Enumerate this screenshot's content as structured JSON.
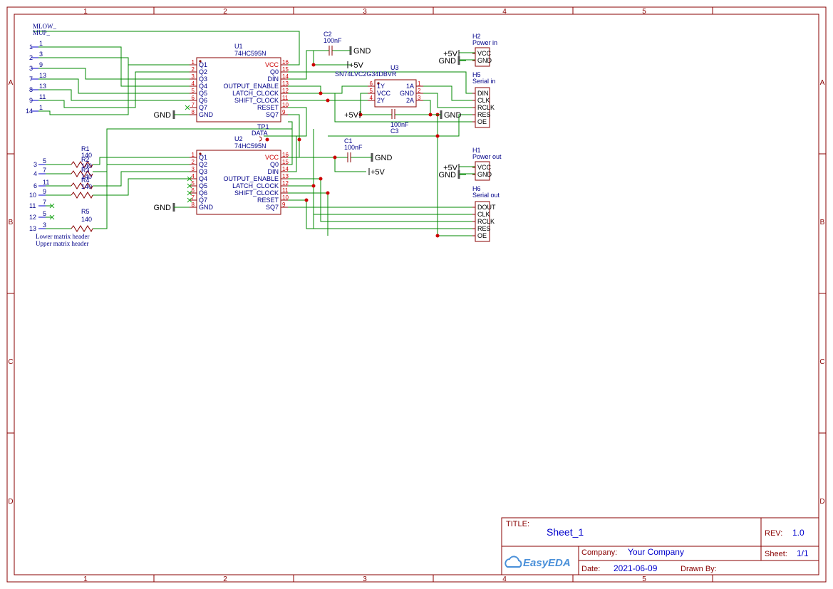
{
  "frame": {
    "cols": [
      "1",
      "2",
      "3",
      "4",
      "5"
    ],
    "rows": [
      "A",
      "B",
      "C",
      "D"
    ]
  },
  "title_block": {
    "title_label": "TITLE:",
    "title": "Sheet_1",
    "rev_label": "REV:",
    "rev": "1.0",
    "company_label": "Company:",
    "company": "Your Company",
    "sheet_label": "Sheet:",
    "sheet": "1/1",
    "date_label": "Date:",
    "date": "2021-06-09",
    "drawn_label": "Drawn By:",
    "logo": "EasyEDA"
  },
  "header_labels": {
    "top": [
      "MLOW_",
      "MUP_"
    ],
    "bottom": [
      "Lower matrix header",
      "Upper matrix header"
    ]
  },
  "upper_header_pins": [
    {
      "outer": "1",
      "inner": "1"
    },
    {
      "outer": "2",
      "inner": "3"
    },
    {
      "outer": "3",
      "inner": "9"
    },
    {
      "outer": "7",
      "inner": "13"
    },
    {
      "outer": "8",
      "inner": "13"
    },
    {
      "outer": "9",
      "inner": "11"
    },
    {
      "outer": "14",
      "inner": "1"
    }
  ],
  "lower_header_pins": [
    {
      "outer": "3",
      "inner": "5"
    },
    {
      "outer": "4",
      "inner": "7"
    },
    {
      "outer": "6",
      "inner": "11"
    },
    {
      "outer": "10",
      "inner": "9"
    },
    {
      "outer": "11",
      "inner": "7"
    },
    {
      "outer": "12",
      "inner": "5"
    },
    {
      "outer": "13",
      "inner": "3"
    }
  ],
  "resistors": [
    {
      "ref": "R1",
      "value": "140"
    },
    {
      "ref": "R2",
      "value": "140"
    },
    {
      "ref": "R3",
      "value": "140"
    },
    {
      "ref": "R4",
      "value": "140"
    },
    {
      "ref": "R5",
      "value": "140"
    }
  ],
  "u1": {
    "ref": "U1",
    "part": "74HC595N",
    "left": [
      {
        "n": "1",
        "l": "Q1"
      },
      {
        "n": "2",
        "l": "Q2"
      },
      {
        "n": "3",
        "l": "Q3"
      },
      {
        "n": "4",
        "l": "Q4"
      },
      {
        "n": "5",
        "l": "Q5"
      },
      {
        "n": "6",
        "l": "Q6"
      },
      {
        "n": "7",
        "l": "Q7"
      },
      {
        "n": "8",
        "l": "GND"
      }
    ],
    "right": [
      {
        "n": "16",
        "l": "VCC"
      },
      {
        "n": "15",
        "l": "Q0"
      },
      {
        "n": "14",
        "l": "DIN"
      },
      {
        "n": "13",
        "l": "OUTPUT_ENABLE"
      },
      {
        "n": "12",
        "l": "LATCH_CLOCK"
      },
      {
        "n": "11",
        "l": "SHIFT_CLOCK"
      },
      {
        "n": "10",
        "l": "RESET"
      },
      {
        "n": "9",
        "l": "SQ7"
      }
    ]
  },
  "u2": {
    "ref": "U2",
    "part": "74HC595N",
    "left": [
      {
        "n": "1",
        "l": "Q1"
      },
      {
        "n": "2",
        "l": "Q2"
      },
      {
        "n": "3",
        "l": "Q3"
      },
      {
        "n": "4",
        "l": "Q4"
      },
      {
        "n": "5",
        "l": "Q5"
      },
      {
        "n": "6",
        "l": "Q6"
      },
      {
        "n": "7",
        "l": "Q7"
      },
      {
        "n": "8",
        "l": "GND"
      }
    ],
    "right": [
      {
        "n": "16",
        "l": "VCC"
      },
      {
        "n": "15",
        "l": "Q0"
      },
      {
        "n": "14",
        "l": "DIN"
      },
      {
        "n": "13",
        "l": "OUTPUT_ENABLE"
      },
      {
        "n": "12",
        "l": "LATCH_CLOCK"
      },
      {
        "n": "11",
        "l": "SHIFT_CLOCK"
      },
      {
        "n": "10",
        "l": "RESET"
      },
      {
        "n": "9",
        "l": "SQ7"
      }
    ]
  },
  "u3": {
    "ref": "U3",
    "part": "SN74LVC2G34DBVR",
    "left": [
      {
        "n": "6",
        "l": "1Y"
      },
      {
        "n": "5",
        "l": "VCC"
      },
      {
        "n": "4",
        "l": "2Y"
      }
    ],
    "right": [
      {
        "n": "1",
        "l": "1A"
      },
      {
        "n": "2",
        "l": "GND"
      },
      {
        "n": "3",
        "l": "2A"
      }
    ]
  },
  "caps": {
    "c1": {
      "ref": "C1",
      "value": "100nF"
    },
    "c2": {
      "ref": "C2",
      "value": "100nF"
    },
    "c3": {
      "ref": "C3",
      "value": "100nF"
    }
  },
  "tp1": {
    "ref": "TP1",
    "net": "DATA"
  },
  "h2": {
    "ref": "H2",
    "title": "Power in",
    "pins": [
      "VCC",
      "GND"
    ]
  },
  "h5": {
    "ref": "H5",
    "title": "Serial in",
    "pins": [
      "DIN",
      "CLK",
      "RCLK",
      "RES",
      "OE"
    ]
  },
  "h1": {
    "ref": "H1",
    "title": "Power out",
    "pins": [
      "VCC",
      "GND"
    ]
  },
  "h6": {
    "ref": "H6",
    "title": "Serial out",
    "pins": [
      "DOUT",
      "CLK",
      "RCLK",
      "RES",
      "OE"
    ]
  },
  "nets": {
    "gnd": "GND",
    "vcc": "+5V"
  }
}
